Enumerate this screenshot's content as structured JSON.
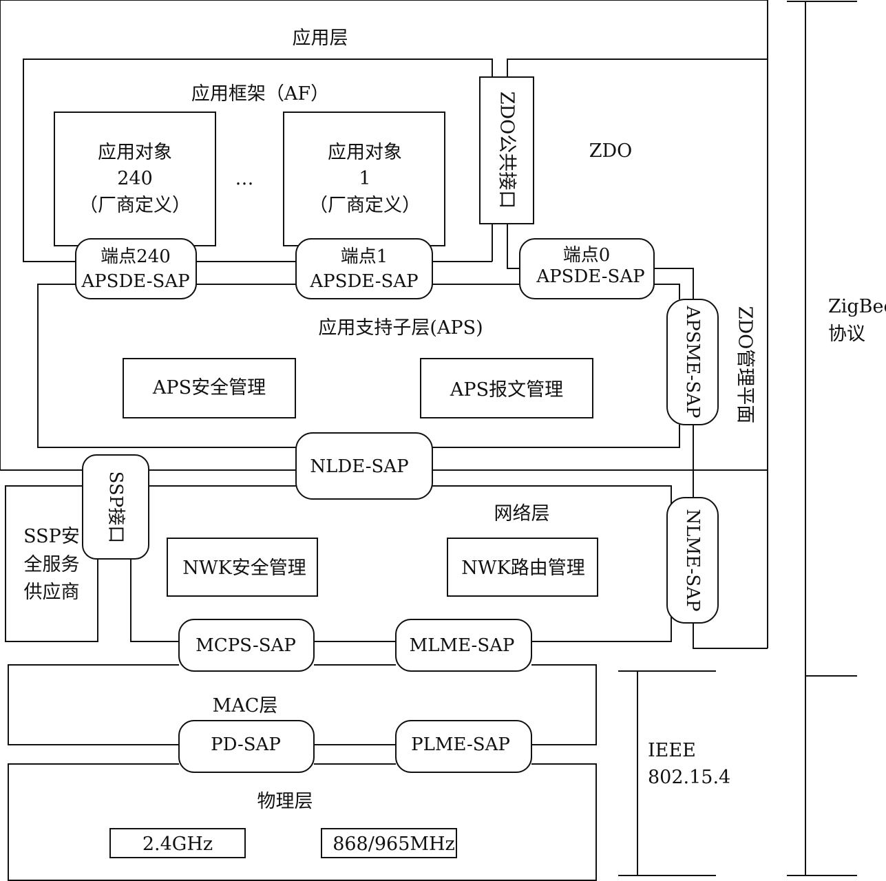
{
  "layers": {
    "application": "应用层",
    "application_framework": "应用框架（AF）",
    "aps": "应用支持子层(APS)",
    "network": "网络层",
    "mac": "MAC层",
    "physical": "物理层"
  },
  "app_objects": [
    {
      "line1": "应用对象",
      "line2": "240",
      "line3": "（厂商定义）"
    },
    {
      "line1": "应用对象",
      "line2": "1",
      "line3": "（厂商定义）"
    }
  ],
  "ellipsis": "…",
  "zdo": {
    "label": "ZDO",
    "public_interface": "ZDO公共接口",
    "management_plane": "ZDO管理平面"
  },
  "endpoints": [
    {
      "name": "端点240",
      "sap": "APSDE-SAP"
    },
    {
      "name": "端点1",
      "sap": "APSDE-SAP"
    },
    {
      "name": "端点0",
      "sap": "APSDE-SAP"
    }
  ],
  "aps_modules": {
    "security": "APS安全管理",
    "message": "APS报文管理"
  },
  "saps": {
    "apsme": "APSME-SAP",
    "nlde": "NLDE-SAP",
    "nlme": "NLME-SAP",
    "ssp": "SSP接口",
    "mcps": "MCPS-SAP",
    "mlme": "MLME-SAP",
    "pd": "PD-SAP",
    "plme": "PLME-SAP"
  },
  "ssp_provider": [
    "SSP安",
    "全服务",
    "供应商"
  ],
  "nwk_modules": {
    "security": "NWK安全管理",
    "routing": "NWK路由管理"
  },
  "phy_bands": [
    "2.4GHz",
    "868/965MHz"
  ],
  "ieee": [
    "IEEE",
    "802.15.4"
  ],
  "zigbee": [
    "ZigBee",
    "协议"
  ]
}
